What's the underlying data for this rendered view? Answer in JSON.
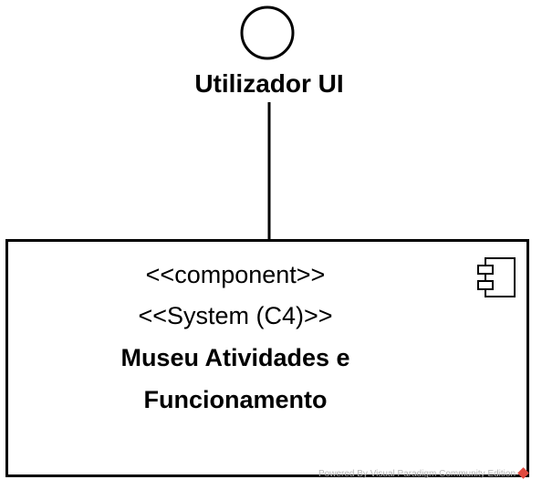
{
  "interface": {
    "label": "Utilizador UI",
    "icon": "lollipop-interface-icon"
  },
  "component": {
    "stereotypes": [
      "<<component>>",
      "<<System (C4)>>"
    ],
    "name_lines": [
      "Museu Atividades e",
      "Funcionamento"
    ],
    "icon": "uml-component-icon"
  },
  "watermark": {
    "text": "Powered By  Visual Paradigm Community Edition",
    "icon": "visual-paradigm-logo-icon",
    "color": "#e04a3f"
  },
  "colors": {
    "stroke": "#000000",
    "background": "#ffffff"
  }
}
